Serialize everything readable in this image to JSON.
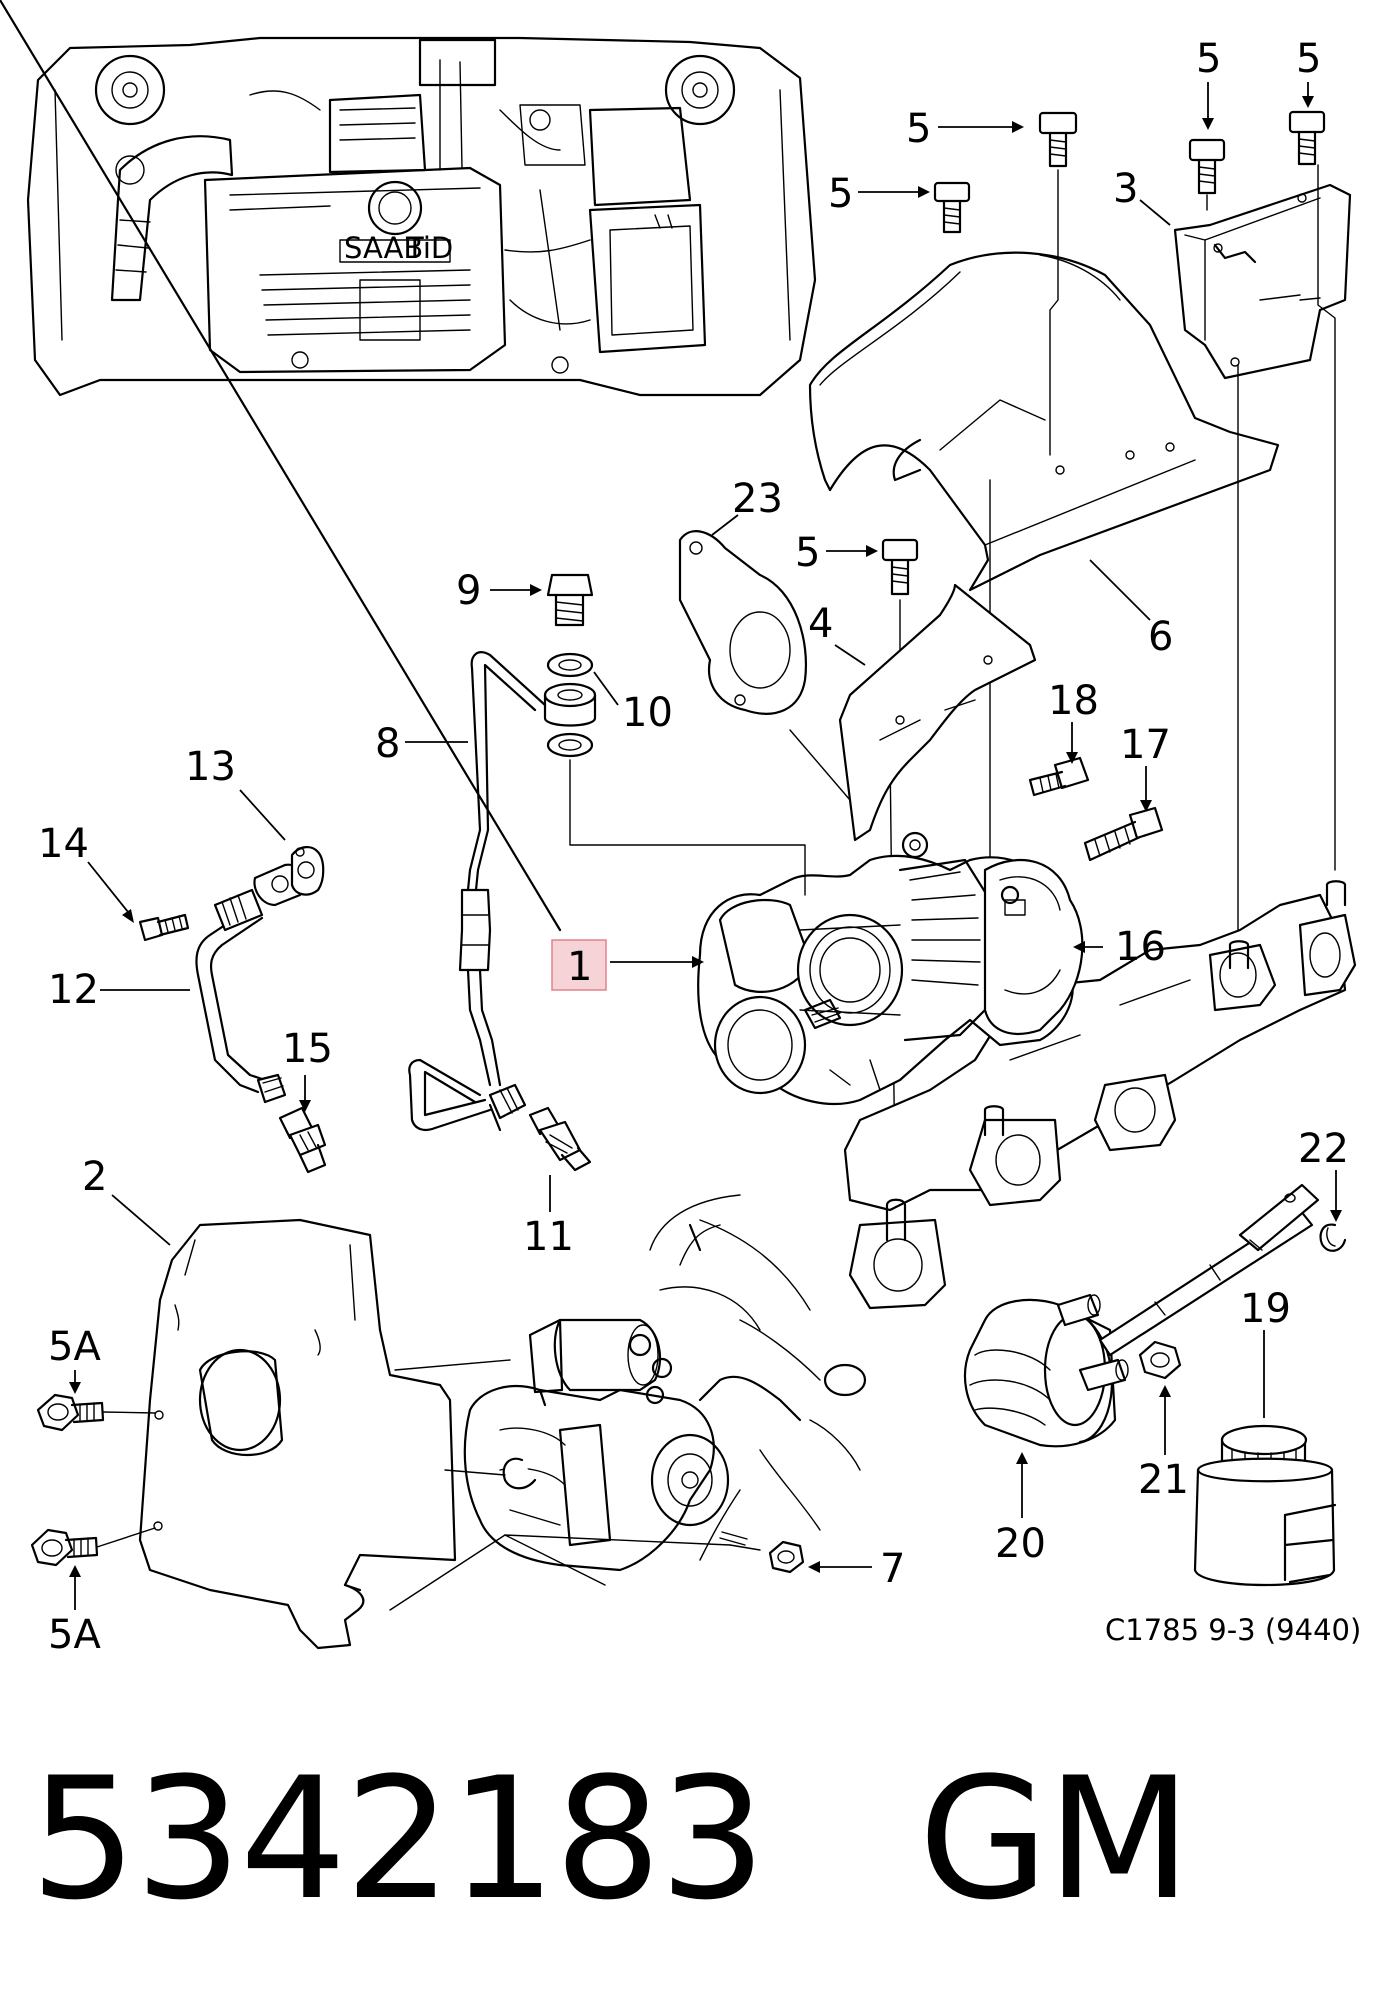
{
  "callouts": {
    "c1": "1",
    "c2": "2",
    "c3": "3",
    "c4": "4",
    "c5a": "5",
    "c5b": "5",
    "c5c": "5",
    "c5d": "5",
    "c5e": "5",
    "c5A_top": "5A",
    "c5A_bottom": "5A",
    "c6": "6",
    "c7": "7",
    "c8": "8",
    "c9": "9",
    "c10": "10",
    "c11": "11",
    "c12": "12",
    "c13": "13",
    "c14": "14",
    "c15": "15",
    "c16": "16",
    "c17": "17",
    "c18": "18",
    "c19": "19",
    "c20": "20",
    "c21": "21",
    "c22": "22",
    "c23": "23"
  },
  "highlighted_callout": "1",
  "engine_badge": {
    "brand": "SAAB",
    "model": "TiD"
  },
  "diagram_reference": "C1785 9-3 (9440)",
  "part_number_caption": "5342183   GM",
  "colors": {
    "highlight_fill": "#f6d3d6",
    "highlight_stroke": "#e0838c",
    "ink": "#000000"
  }
}
